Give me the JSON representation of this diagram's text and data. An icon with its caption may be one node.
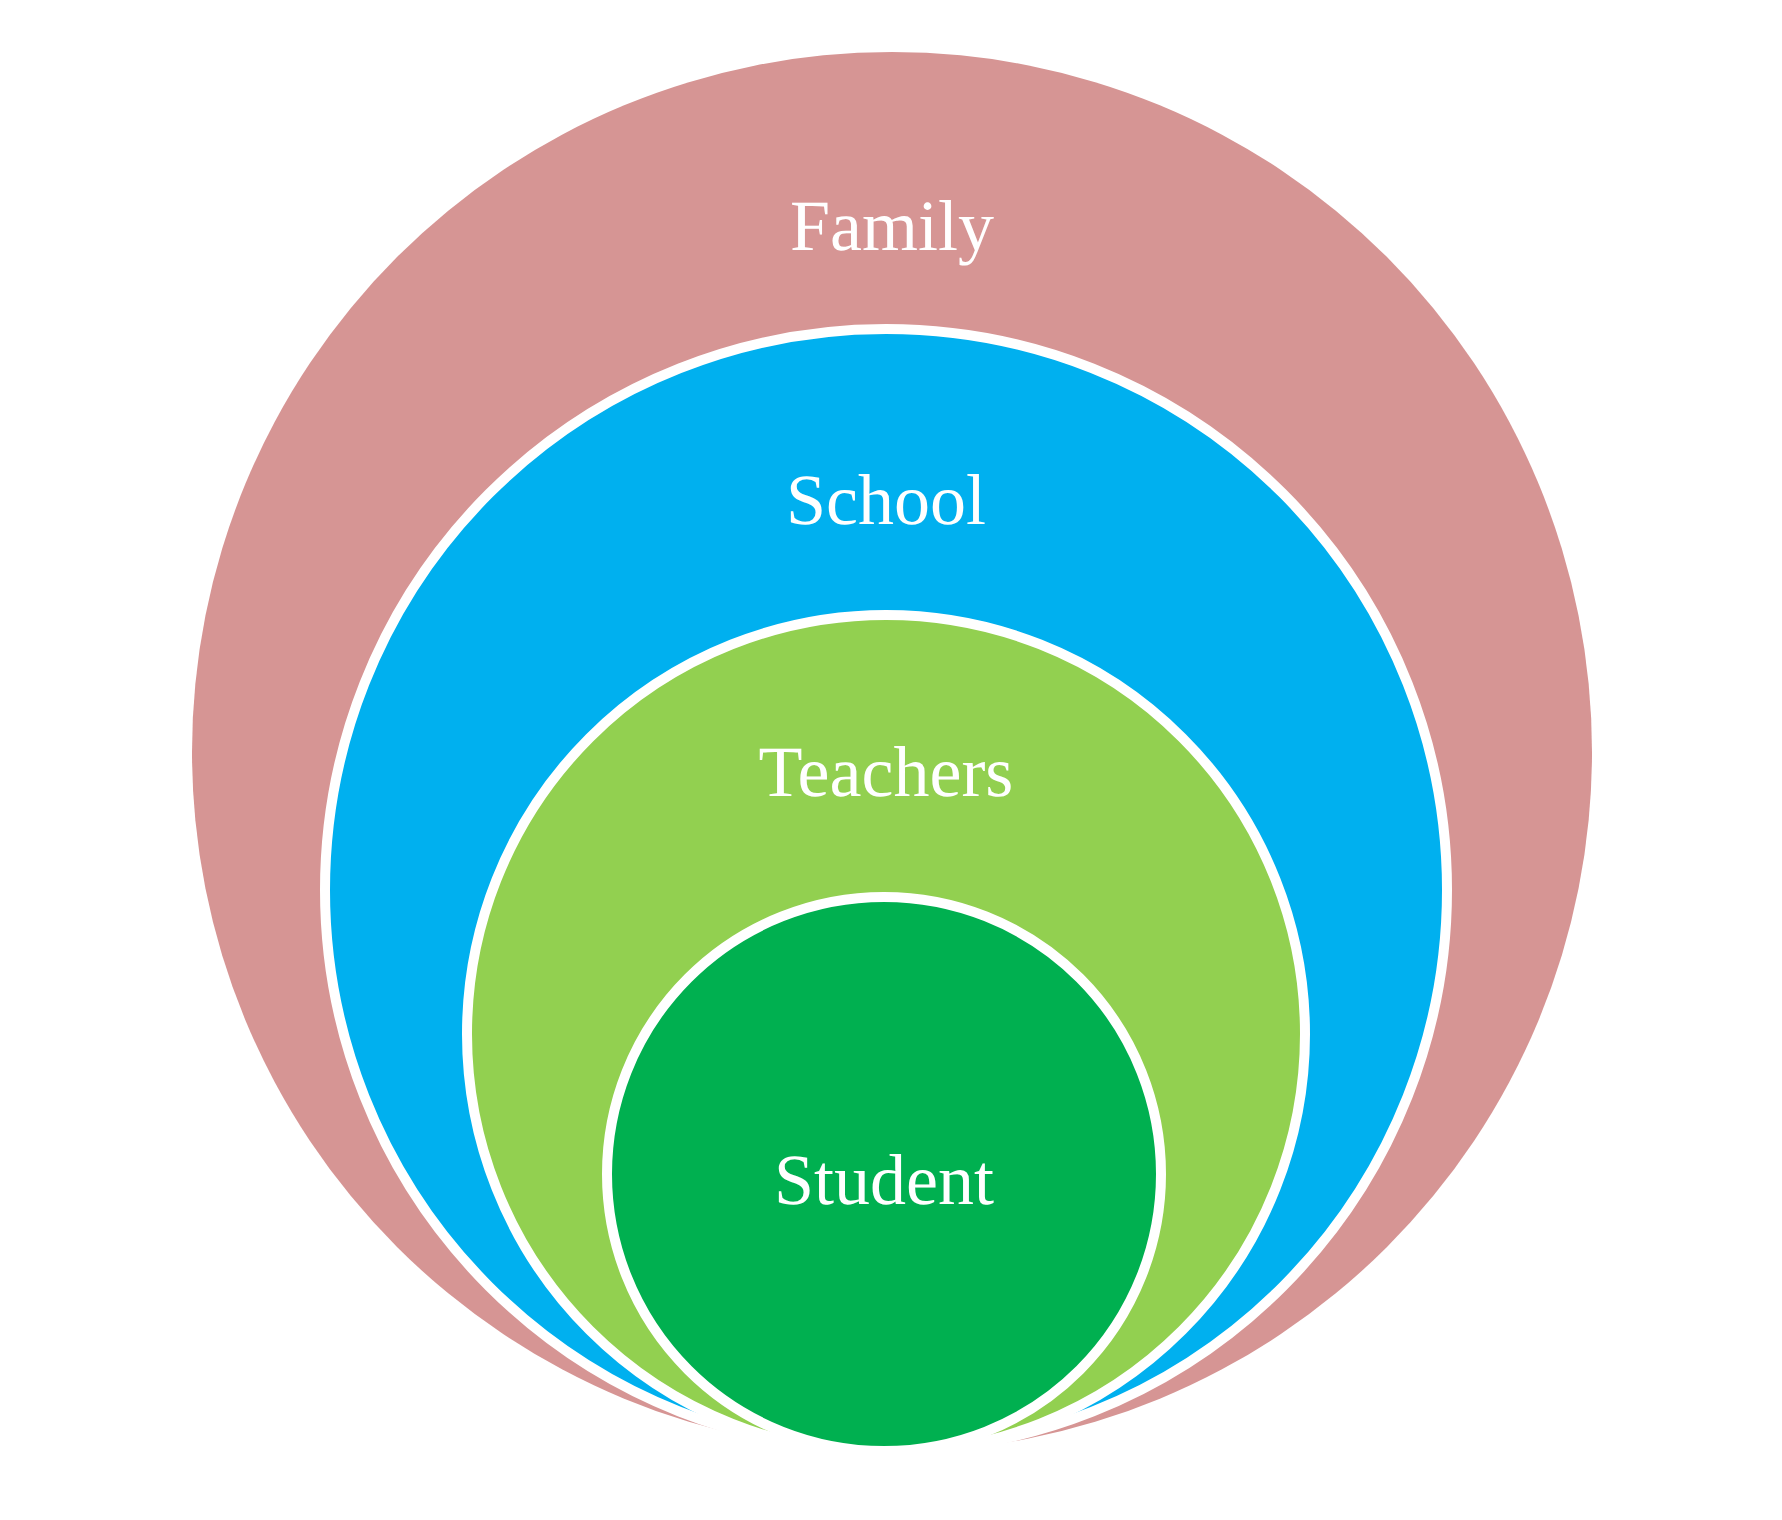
{
  "diagram": {
    "nodes": [
      {
        "text": [
          "Family"
        ]
      },
      {
        "text": [
          "School"
        ],
        "in": 0
      },
      {
        "text": [
          "Teachers"
        ],
        "in": 1
      },
      {
        "text": [
          "Student"
        ],
        "in": 2
      }
    ]
  }
}
